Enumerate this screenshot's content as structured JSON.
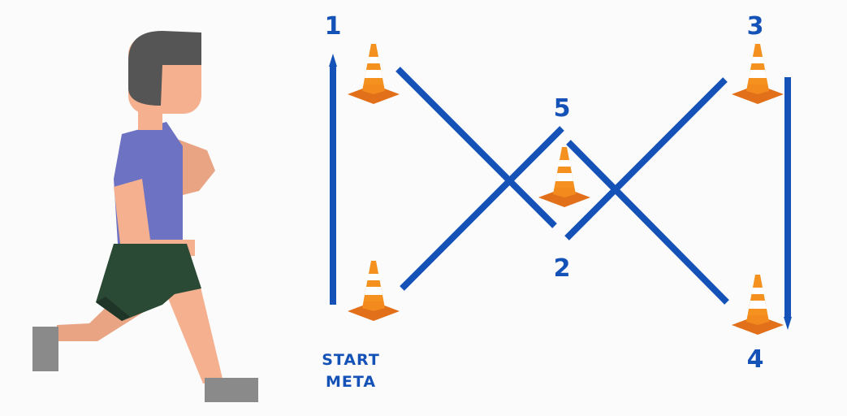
{
  "diagram": {
    "markers": {
      "m1": "1",
      "m2": "2",
      "m3": "3",
      "m4": "4",
      "m5": "5"
    },
    "start_label": "START",
    "finish_label": "META"
  },
  "colors": {
    "path_blue": "#1552b8",
    "cone_orange": "#f28a1e",
    "cone_stripe": "#ffffff",
    "shirt": "#6d72c3",
    "shorts": "#2b4a35",
    "skin": "#f4b08f",
    "hair": "#555555",
    "shoe": "#8a8a8a"
  },
  "icons": [
    "runner-icon",
    "traffic-cone-icon"
  ]
}
